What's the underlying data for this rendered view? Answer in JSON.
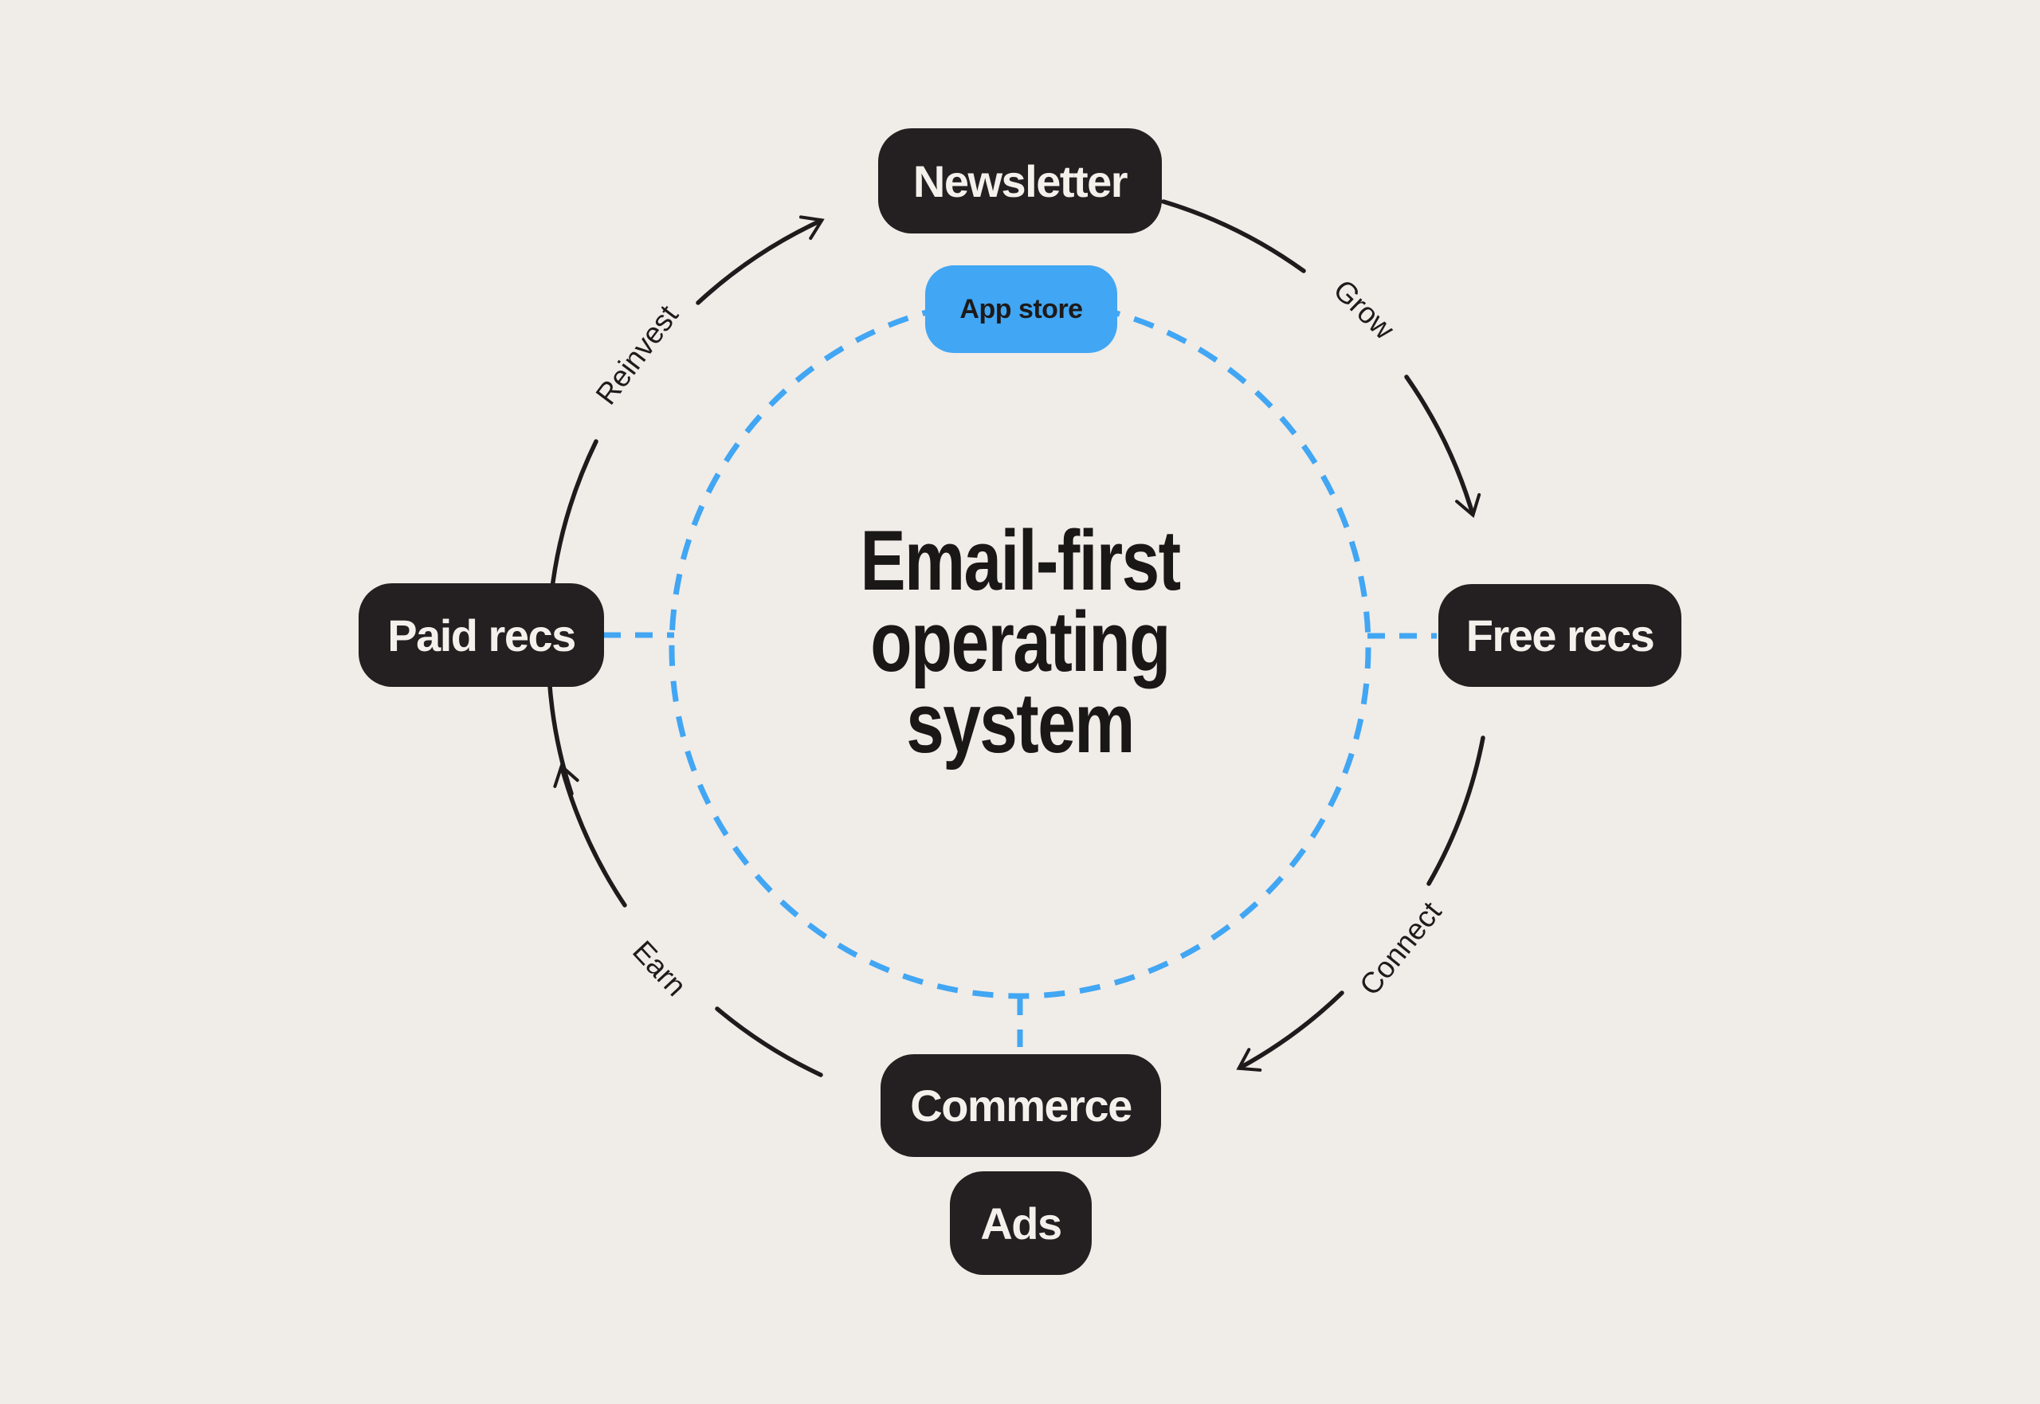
{
  "title": "Email-first operating system flywheel diagram",
  "colors": {
    "background": "#f0ece8",
    "node_dark": "#242021",
    "node_blue": "#41a6f3",
    "node_text_light": "#f4f1ed",
    "node_text_dark": "#1d1a1a",
    "arrow_black": "#1d1b1b",
    "dashed_circle_blue": "#41a6f3",
    "center_text": "#1a1717"
  },
  "center": {
    "line1": "Email-first",
    "line2": "operating",
    "line3": "system"
  },
  "nodes": {
    "newsletter": {
      "label": "Newsletter"
    },
    "app_store": {
      "label": "App store"
    },
    "free_recs": {
      "label": "Free recs"
    },
    "paid_recs": {
      "label": "Paid recs"
    },
    "commerce": {
      "label": "Commerce"
    },
    "ads": {
      "label": "Ads"
    }
  },
  "edges": {
    "grow": {
      "label": "Grow"
    },
    "connect": {
      "label": "Connect"
    },
    "earn": {
      "label": "Earn"
    },
    "reinvest": {
      "label": "Reinvest"
    }
  }
}
